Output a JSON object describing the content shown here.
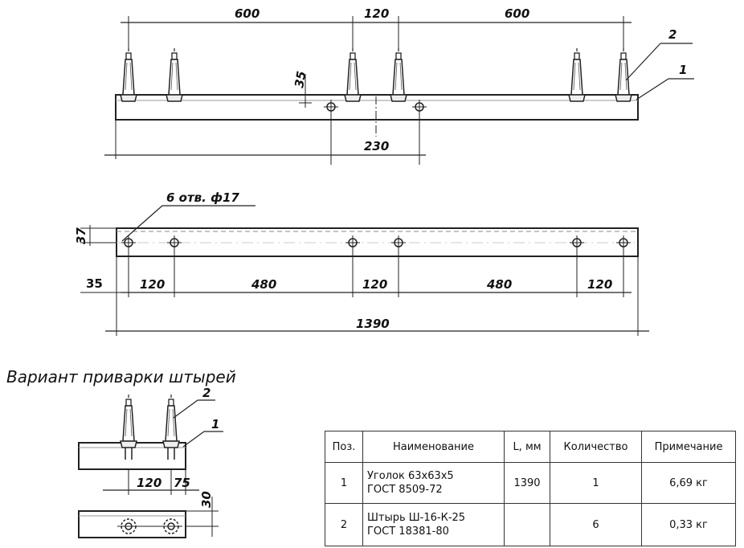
{
  "drawing": {
    "dims": {
      "top_600_left": "600",
      "top_120": "120",
      "top_600_right": "600",
      "top_35": "35",
      "top_230": "230",
      "holes_note": "6 отв. ф17",
      "plan_37": "37",
      "plan_35": "35",
      "plan_120_a": "120",
      "plan_480_a": "480",
      "plan_120_b": "120",
      "plan_480_b": "480",
      "plan_120_c": "120",
      "total_1390": "1390",
      "variant_120": "120",
      "variant_75": "75",
      "variant_30": "30"
    },
    "pos_labels": {
      "main_2": "2",
      "main_1": "1",
      "variant_2": "2",
      "variant_1": "1"
    },
    "variant_title": "Вариант приварки штырей"
  },
  "spec_table": {
    "headers": [
      "Поз.",
      "Наименование",
      "L, мм",
      "Количество",
      "Примечание"
    ],
    "rows": [
      {
        "pos": "1",
        "name_line1": "Уголок 63х63х5",
        "name_line2": "ГОСТ 8509-72",
        "length": "1390",
        "qty": "1",
        "note": "6,69 кг"
      },
      {
        "pos": "2",
        "name_line1": "Штырь Ш-16-К-25",
        "name_line2": "ГОСТ 18381-80",
        "length": "",
        "qty": "6",
        "note": "0,33 кг"
      }
    ]
  }
}
